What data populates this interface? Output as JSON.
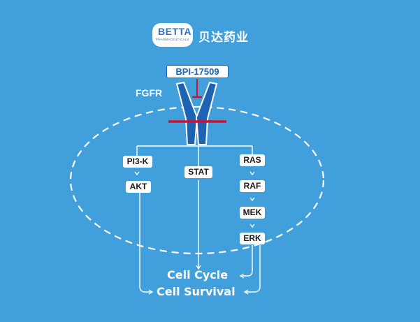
{
  "logo": {
    "brand": "BETTA",
    "brand_sub": "PHARMACEUTICALS",
    "chinese_name": "贝达药业"
  },
  "drug": "BPI-17509",
  "receptor": "FGFR",
  "pathways": {
    "pi3k": "PI3-K",
    "akt": "AKT",
    "stat": "STAT",
    "ras": "RAS",
    "raf": "RAF",
    "mek": "MEK",
    "erk": "ERK"
  },
  "outcomes": {
    "cell_cycle": "Cell Cycle",
    "cell_survival": "Cell Survival"
  },
  "colors": {
    "background": "#419fdc",
    "receptor": "#1c63b4",
    "membrane": "#d0102e",
    "inhibitor": "#d0102e",
    "lines": "#ffffff"
  }
}
